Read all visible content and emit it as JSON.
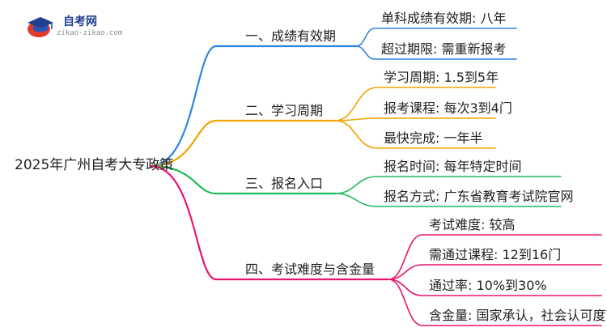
{
  "logo": {
    "title": "自考网",
    "url": "zikao-zikao.com"
  },
  "colors": {
    "branch1": "#2e86de",
    "branch2": "#f0a500",
    "branch3": "#1fba5e",
    "branch4": "#e8156f"
  },
  "root": {
    "label": "2025年广州自考大专政策"
  },
  "branches": [
    {
      "label": "一、成绩有效期",
      "leaves": [
        "单科成绩有效期: 八年",
        "超过期限: 需重新报考"
      ]
    },
    {
      "label": "二、学习周期",
      "leaves": [
        "学习周期: 1.5到5年",
        "报考课程: 每次3到4门",
        "最快完成: 一年半"
      ]
    },
    {
      "label": "三、报名入口",
      "leaves": [
        "报名时间: 每年特定时间",
        "报名方式: 广东省教育考试院官网"
      ]
    },
    {
      "label": "四、考试难度与含金量",
      "leaves": [
        "考试难度: 较高",
        "需通过课程: 12到16门",
        "通过率: 10%到30%",
        "含金量: 国家承认，社会认可度高"
      ]
    }
  ]
}
